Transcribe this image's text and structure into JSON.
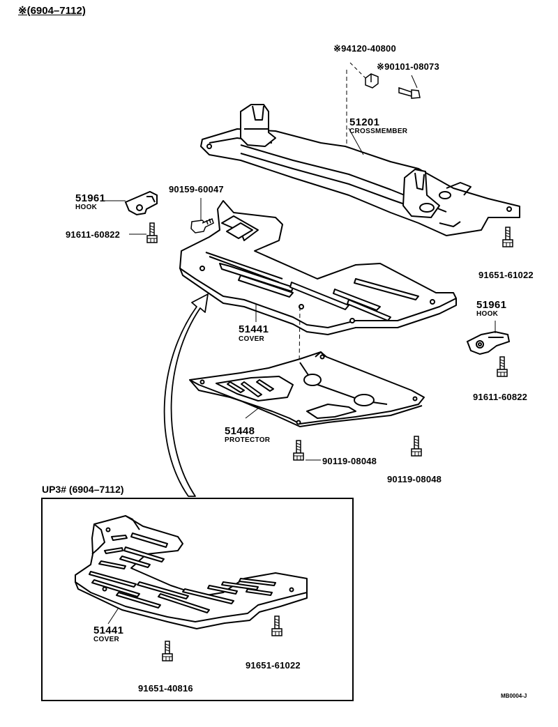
{
  "header": {
    "title": "※(6904–7112)"
  },
  "inset": {
    "title": "UP3# (6904–7112)"
  },
  "parts": {
    "nut_top": "※94120-40800",
    "bolt_top": "※90101-08073",
    "crossmember_num": "51201",
    "crossmember_name": "CROSSMEMBER",
    "hook_left_num": "51961",
    "hook_left_name": "HOOK",
    "screw_left": "90159-60047",
    "bolt_hook_left": "91611-60822",
    "bolt_right_top": "91651-61022",
    "hook_right_num": "51961",
    "hook_right_name": "HOOK",
    "bolt_hook_right": "91611-60822",
    "cover_num": "51441",
    "cover_name": "COVER",
    "protector_num": "51448",
    "protector_name": "PROTECTOR",
    "bolt_prot_left": "90119-08048",
    "bolt_prot_right": "90119-08048",
    "inset_cover_num": "51441",
    "inset_cover_name": "COVER",
    "inset_bolt_left": "91651-40816",
    "inset_bolt_right": "91651-61022"
  },
  "footer": {
    "code": "MB0004-J"
  }
}
